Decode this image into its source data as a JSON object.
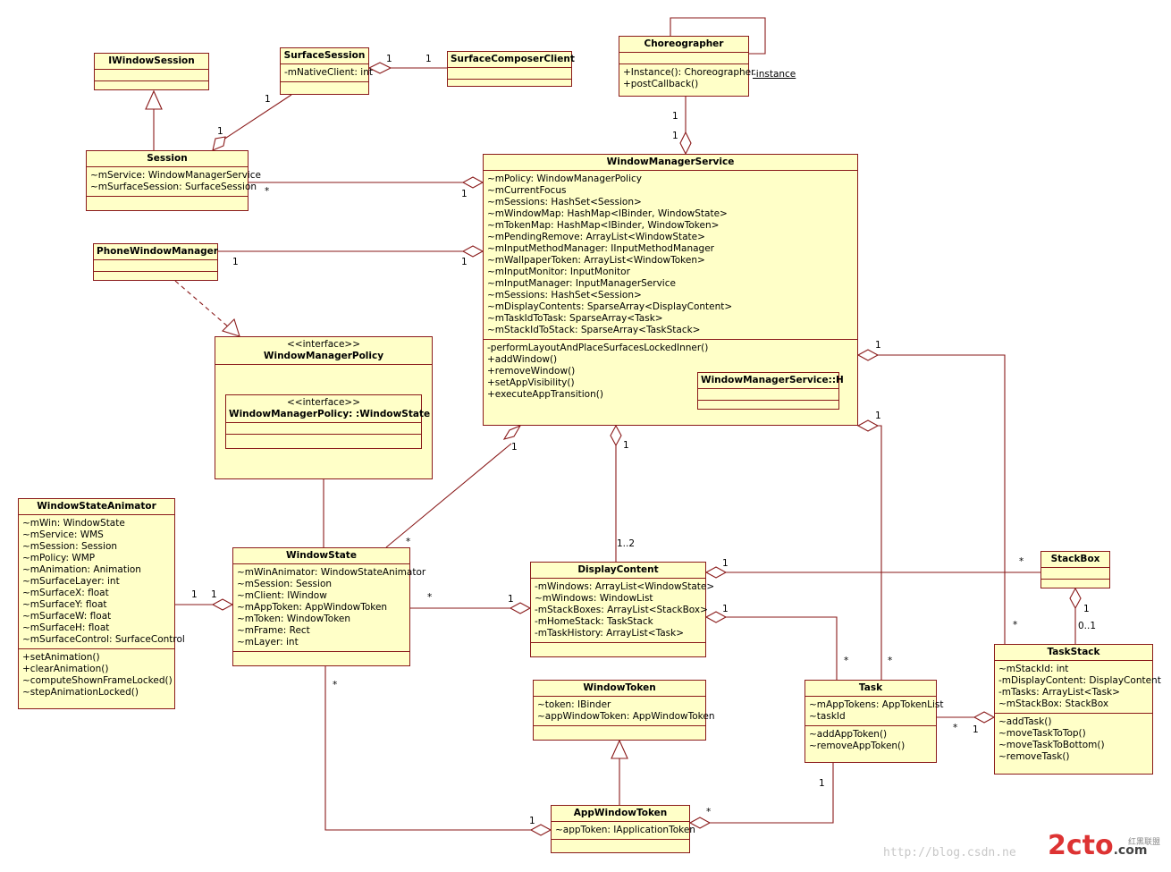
{
  "classes": {
    "iwindowsession": {
      "name": "IWindowSession"
    },
    "surfacesession": {
      "name": "SurfaceSession",
      "attrs": [
        "-mNativeClient: int"
      ]
    },
    "surfacecomposerclient": {
      "name": "SurfaceComposerClient"
    },
    "choreographer": {
      "name": "Choreographer",
      "methods": [
        "+Instance(): Choreographer",
        "+postCallback()"
      ]
    },
    "session": {
      "name": "Session",
      "attrs": [
        "~mService: WindowManagerService",
        "~mSurfaceSession: SurfaceSession"
      ]
    },
    "wms": {
      "name": "WindowManagerService",
      "attrs": [
        "~mPolicy: WindowManagerPolicy",
        "~mCurrentFocus",
        "~mSessions: HashSet<Session>",
        "~mWindowMap: HashMap<IBinder, WindowState>",
        "~mTokenMap: HashMap<IBinder, WindowToken>",
        "~mPendingRemove: ArrayList<WindowState>",
        "~mInputMethodManager: IInputMethodManager",
        "~mWallpaperToken: ArrayList<WindowToken>",
        "~mInputMonitor: InputMonitor",
        "~mInputManager: InputManagerService",
        "~mSessions: HashSet<Session>",
        "~mDisplayContents: SparseArray<DisplayContent>",
        "~mTaskIdToTask: SparseArray<Task>",
        "~mStackIdToStack: SparseArray<TaskStack>"
      ],
      "methods": [
        "-performLayoutAndPlaceSurfacesLockedInner()",
        "+addWindow()",
        "+removeWindow()",
        "+setAppVisibility()",
        "+executeAppTransition()"
      ]
    },
    "wms_h": {
      "name": "WindowManagerService::H"
    },
    "phonewindowmanager": {
      "name": "PhoneWindowManager"
    },
    "wmpolicy": {
      "stereotype": "<<interface>>",
      "name": "WindowManagerPolicy"
    },
    "wmpolicy_windowstate": {
      "stereotype": "<<interface>>",
      "name": "WindowManagerPolicy: :WindowState"
    },
    "windowstateanimator": {
      "name": "WindowStateAnimator",
      "attrs": [
        "~mWin: WindowState",
        "~mService: WMS",
        "~mSession: Session",
        "~mPolicy: WMP",
        "~mAnimation: Animation",
        "~mSurfaceLayer: int",
        "~mSurfaceX: float",
        "~mSurfaceY: float",
        "~mSurfaceW: float",
        "~mSurfaceH: float",
        "~mSurfaceControl: SurfaceControl"
      ],
      "methods": [
        "+setAnimation()",
        "+clearAnimation()",
        "~computeShownFrameLocked()",
        "~stepAnimationLocked()"
      ]
    },
    "windowstate": {
      "name": "WindowState",
      "attrs": [
        "~mWinAnimator: WindowStateAnimator",
        "~mSession: Session",
        "~mClient: IWindow",
        "~mAppToken: AppWindowToken",
        "~mToken: WindowToken",
        "~mFrame: Rect",
        "~mLayer: int"
      ]
    },
    "displaycontent": {
      "name": "DisplayContent",
      "attrs": [
        "-mWindows: ArrayList<WindowState>",
        "~mWindows: WindowList",
        "-mStackBoxes: ArrayList<StackBox>",
        "-mHomeStack: TaskStack",
        "-mTaskHistory: ArrayList<Task>"
      ]
    },
    "stackbox": {
      "name": "StackBox"
    },
    "taskstack": {
      "name": "TaskStack",
      "attrs": [
        "~mStackId: int",
        "-mDisplayContent: DisplayContent",
        "-mTasks: ArrayList<Task>",
        "~mStackBox: StackBox"
      ],
      "methods": [
        "~addTask()",
        "~moveTaskToTop()",
        "~moveTaskToBottom()",
        "~removeTask()"
      ]
    },
    "windowtoken": {
      "name": "WindowToken",
      "attrs": [
        "~token: IBinder",
        "~appWindowToken: AppWindowToken"
      ]
    },
    "task": {
      "name": "Task",
      "attrs": [
        "~mAppTokens: AppTokenList",
        "~taskId"
      ],
      "methods": [
        "~addAppToken()",
        "~removeAppToken()"
      ]
    },
    "appwindowtoken": {
      "name": "AppWindowToken",
      "attrs": [
        "~appToken: IApplicationToken"
      ]
    }
  },
  "instance_label": "-instance",
  "multiplicities": {
    "ss_1": "1",
    "scc_1": "1",
    "session_ss_1a": "1",
    "session_ss_1b": "1",
    "ch_1a": "1",
    "ch_1b": "1",
    "session_star": "*",
    "session_wms_1": "1",
    "pwm_1a": "1",
    "pwm_1b": "1",
    "wms_ts_1": "1",
    "wms_task_1": "1",
    "wms_ws_1": "1",
    "ws_star_top": "*",
    "wms_dc_1": "1",
    "dc_1_2": "1..2",
    "wsa_1a": "1",
    "wsa_1b": "1",
    "ws_dc_star": "*",
    "ws_dc_1": "1",
    "dc_sb_1": "1",
    "sb_star": "*",
    "dc_task_1": "1",
    "task_star_a": "*",
    "task_star_b": "*",
    "sb_ts_1": "1",
    "sb_ts_01": "0..1",
    "ts_star": "*",
    "task_ts_star": "*",
    "task_ts_1": "1",
    "ws_star_bottom": "*",
    "awt_1": "1",
    "awt_star": "*",
    "task_awt_1": "1"
  },
  "watermark": {
    "url": "http://blog.csdn.ne",
    "logo": "2cto",
    "logo_tld": ".com",
    "logo_cn": "红黑联盟"
  }
}
